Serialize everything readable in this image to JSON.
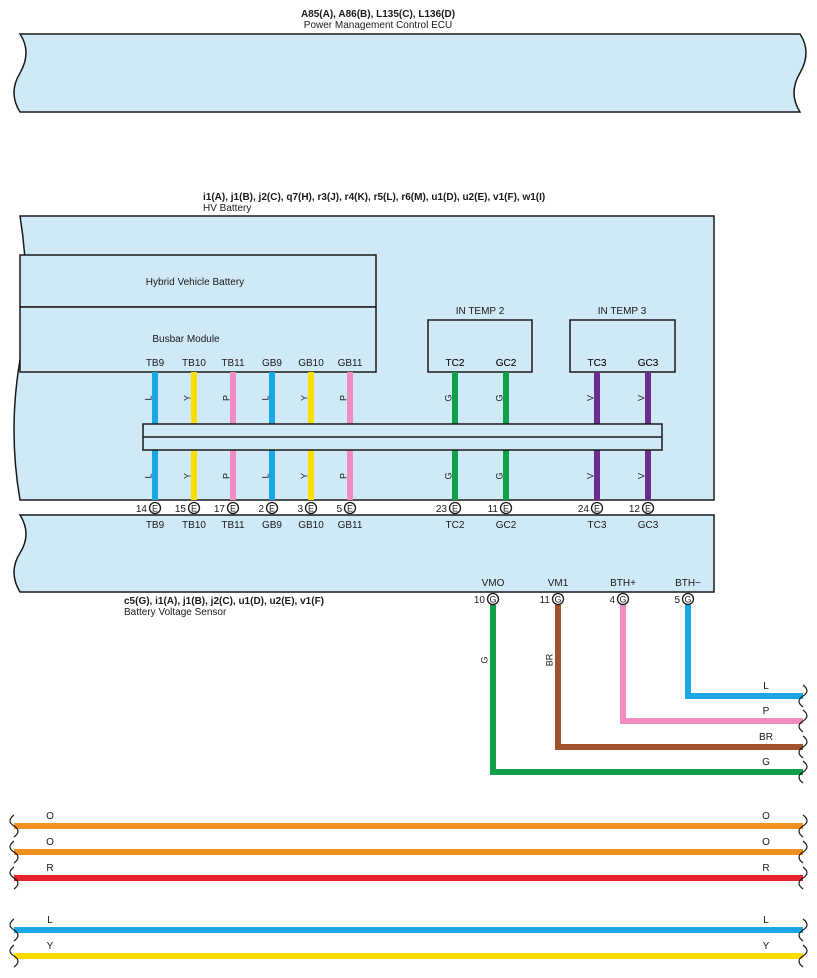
{
  "ecu": {
    "codes": "A85(A), A86(B), L135(C), L136(D)",
    "name": "Power Management Control ECU"
  },
  "hv_battery": {
    "codes": "i1(A), j1(B), j2(C), q7(H), r3(J), r4(K), r5(L), r6(M), u1(D), u2(E), v1(F), w1(I)",
    "name": "HV Battery",
    "hybrid_label": "Hybrid Vehicle Battery",
    "busbar_label": "Busbar Module"
  },
  "temp_boxes": [
    {
      "label": "IN TEMP 2",
      "pins": [
        "TC2",
        "GC2"
      ]
    },
    {
      "label": "IN TEMP 3",
      "pins": [
        "TC3",
        "GC3"
      ]
    }
  ],
  "busbar_pins": [
    {
      "name": "TB9",
      "num": "14",
      "conn": "E",
      "wire": "L",
      "color": "#1aa7e6"
    },
    {
      "name": "TB10",
      "num": "15",
      "conn": "E",
      "wire": "Y",
      "color": "#ffdd00"
    },
    {
      "name": "TB11",
      "num": "17",
      "conn": "E",
      "wire": "P",
      "color": "#f08cc0"
    },
    {
      "name": "GB9",
      "num": "2",
      "conn": "E",
      "wire": "L",
      "color": "#1aa7e6"
    },
    {
      "name": "GB10",
      "num": "3",
      "conn": "E",
      "wire": "Y",
      "color": "#ffdd00"
    },
    {
      "name": "GB11",
      "num": "5",
      "conn": "E",
      "wire": "P",
      "color": "#f08cc0"
    },
    {
      "name": "TC2",
      "num": "23",
      "conn": "E",
      "wire": "G",
      "color": "#11a04a"
    },
    {
      "name": "GC2",
      "num": "11",
      "conn": "E",
      "wire": "G",
      "color": "#11a04a"
    },
    {
      "name": "TC3",
      "num": "24",
      "conn": "E",
      "wire": "V",
      "color": "#6c2d8e"
    },
    {
      "name": "GC3",
      "num": "12",
      "conn": "E",
      "wire": "V",
      "color": "#6c2d8e"
    }
  ],
  "sensor": {
    "codes": "c5(G), i1(A), j1(B), j2(C), u1(D), u2(E), v1(F)",
    "name": "Battery Voltage Sensor",
    "pins": [
      {
        "name": "VMO",
        "num": "10",
        "conn": "G",
        "wire": "G",
        "color": "#11a04a"
      },
      {
        "name": "VM1",
        "num": "11",
        "conn": "G",
        "wire": "BR",
        "color": "#a0522d"
      },
      {
        "name": "BTH+",
        "num": "4",
        "conn": "G",
        "wire": "P",
        "color": "#f08cc0"
      },
      {
        "name": "BTH−",
        "num": "5",
        "conn": "G",
        "wire": "L",
        "color": "#1aa7e6"
      }
    ]
  },
  "bottom_wires": [
    {
      "label": "O",
      "color": "#f0901e"
    },
    {
      "label": "O",
      "color": "#f0901e"
    },
    {
      "label": "R",
      "color": "#e8222a"
    },
    {
      "label": "L",
      "color": "#1aa7e6"
    },
    {
      "label": "Y",
      "color": "#ffdd00"
    }
  ],
  "colors": {
    "component_fill": "#cfe9f7",
    "outline": "#1a1a1a"
  }
}
